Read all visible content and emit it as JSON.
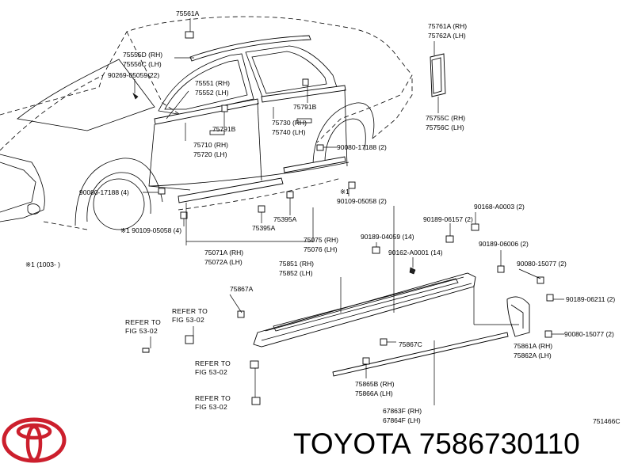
{
  "diagram": {
    "code": "751466C",
    "footnote": "※1 (1003-       )",
    "labels": [
      "75561A",
      "75555D (RH)",
      "75556C (LH)",
      "90269-05059(22)",
      "75551 (RH)",
      "75552 (LH)",
      "75791B",
      "75791B",
      "75730 (RH)",
      "75740 (LH)",
      "75710 (RH)",
      "75720 (LH)",
      "75761A (RH)",
      "75762A (LH)",
      "75755C (RH)",
      "75756C (LH)",
      "90080-17188 (2)",
      "※1",
      "90109-05058 (2)",
      "90080-17188 (4)",
      "75395A",
      "75395A",
      "※1 90109-05058 (4)",
      "75075 (RH)",
      "75076 (LH)",
      "75071A (RH)",
      "75072A (LH)",
      "90189-06157 (2)",
      "90168-A0003 (2)",
      "90189-04059 (14)",
      "90162-A0001 (14)",
      "90189-06006 (2)",
      "90080-15077 (2)",
      "75851 (RH)",
      "75852 (LH)",
      "75867A",
      "90189-06211 (2)",
      "REFER TO",
      "FIG 53-02",
      "REFER TO",
      "FIG 53-02",
      "75867C",
      "REFER TO",
      "FIG 53-02",
      "90080-15077 (2)",
      "75861A (RH)",
      "75862A (LH)",
      "75865B (RH)",
      "75866A (LH)",
      "REFER TO",
      "FIG 53-02",
      "67863F (RH)",
      "67864F (LH)"
    ]
  },
  "footer": {
    "brand": "TOYOTA",
    "part_number": "7586730110"
  },
  "colors": {
    "logo": "#cc1f2d",
    "ink": "#000000"
  },
  "icons": {
    "logo": "toyota-logo-icon"
  }
}
